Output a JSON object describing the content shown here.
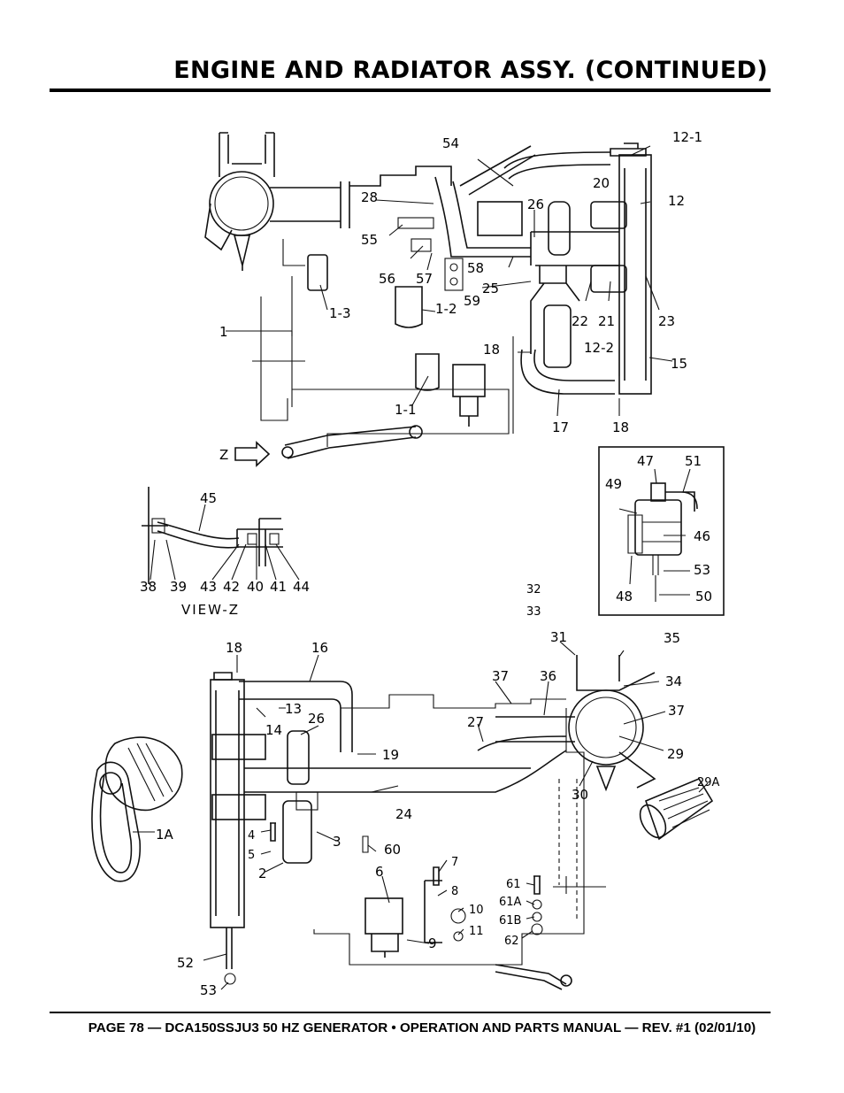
{
  "header": {
    "title": "ENGINE AND RADIATOR ASSY. (CONTINUED)"
  },
  "footer": {
    "text": "PAGE 78 — DCA150SSJU3 50 HZ GENERATOR • OPERATION AND PARTS MANUAL — REV. #1 (02/01/10)"
  },
  "diagram": {
    "view_label": "VIEW-Z",
    "z_label": "Z",
    "callouts": [
      "12-1",
      "54",
      "12",
      "20",
      "28",
      "26",
      "55",
      "56",
      "57",
      "58",
      "59",
      "25",
      "1-3",
      "1-2",
      "1",
      "22",
      "21",
      "23",
      "18",
      "12-2",
      "15",
      "1-1",
      "17",
      "18",
      "45",
      "38",
      "39",
      "43",
      "42",
      "40",
      "41",
      "44",
      "47",
      "51",
      "49",
      "46",
      "53",
      "48",
      "50",
      "32",
      "33",
      "31",
      "35",
      "18",
      "16",
      "34",
      "37",
      "36",
      "37",
      "13",
      "14",
      "26",
      "27",
      "19",
      "29",
      "29A",
      "30",
      "24",
      "1A",
      "4",
      "5",
      "3",
      "2",
      "60",
      "7",
      "6",
      "8",
      "61",
      "10",
      "61A",
      "11",
      "61B",
      "9",
      "62",
      "52",
      "53"
    ]
  }
}
